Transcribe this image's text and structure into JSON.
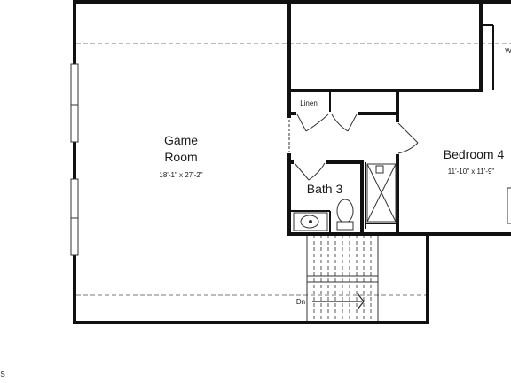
{
  "rooms": {
    "game_room": {
      "name_line1": "Game",
      "name_line2": "Room",
      "dimensions": "18'-1\" x 27'-2\""
    },
    "bedroom_4": {
      "name": "Bedroom 4",
      "dimensions": "11'-10\" x 11'-9\""
    },
    "bath_3": {
      "name": "Bath 3"
    },
    "linen": {
      "name": "Linen"
    }
  },
  "stairs": {
    "label": "Dn"
  },
  "closet": {
    "label": "W"
  },
  "corner_mark": "S"
}
